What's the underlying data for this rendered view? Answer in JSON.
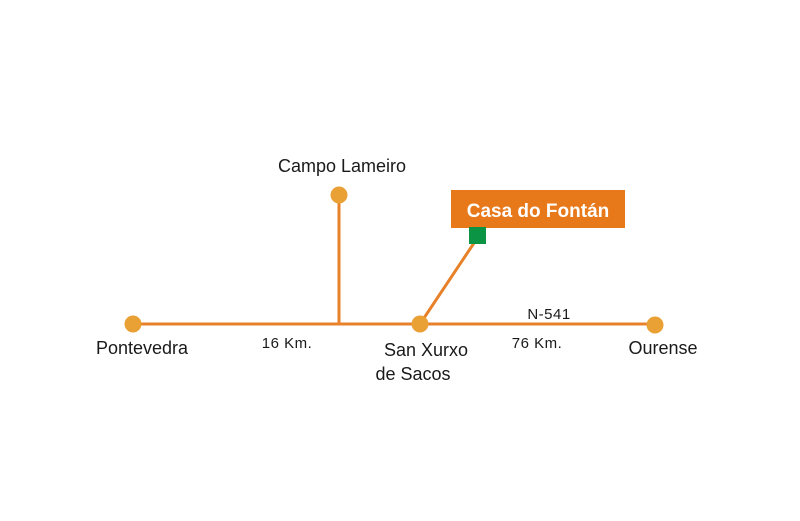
{
  "destination": {
    "label": "Casa do Fontán"
  },
  "places": {
    "pontevedra": "Pontevedra",
    "campo_lameiro": "Campo Lameiro",
    "san_xurxo_line1": "San Xurxo",
    "san_xurxo_line2": "de Sacos",
    "ourense": "Ourense"
  },
  "roads": {
    "road_name": "N-541",
    "distance_west": "16 Km.",
    "distance_east": "76 Km."
  },
  "colors": {
    "road": "#e8822a",
    "node": "#e9a035",
    "label_box": "#e8791a",
    "destination_marker": "#0b9444"
  }
}
